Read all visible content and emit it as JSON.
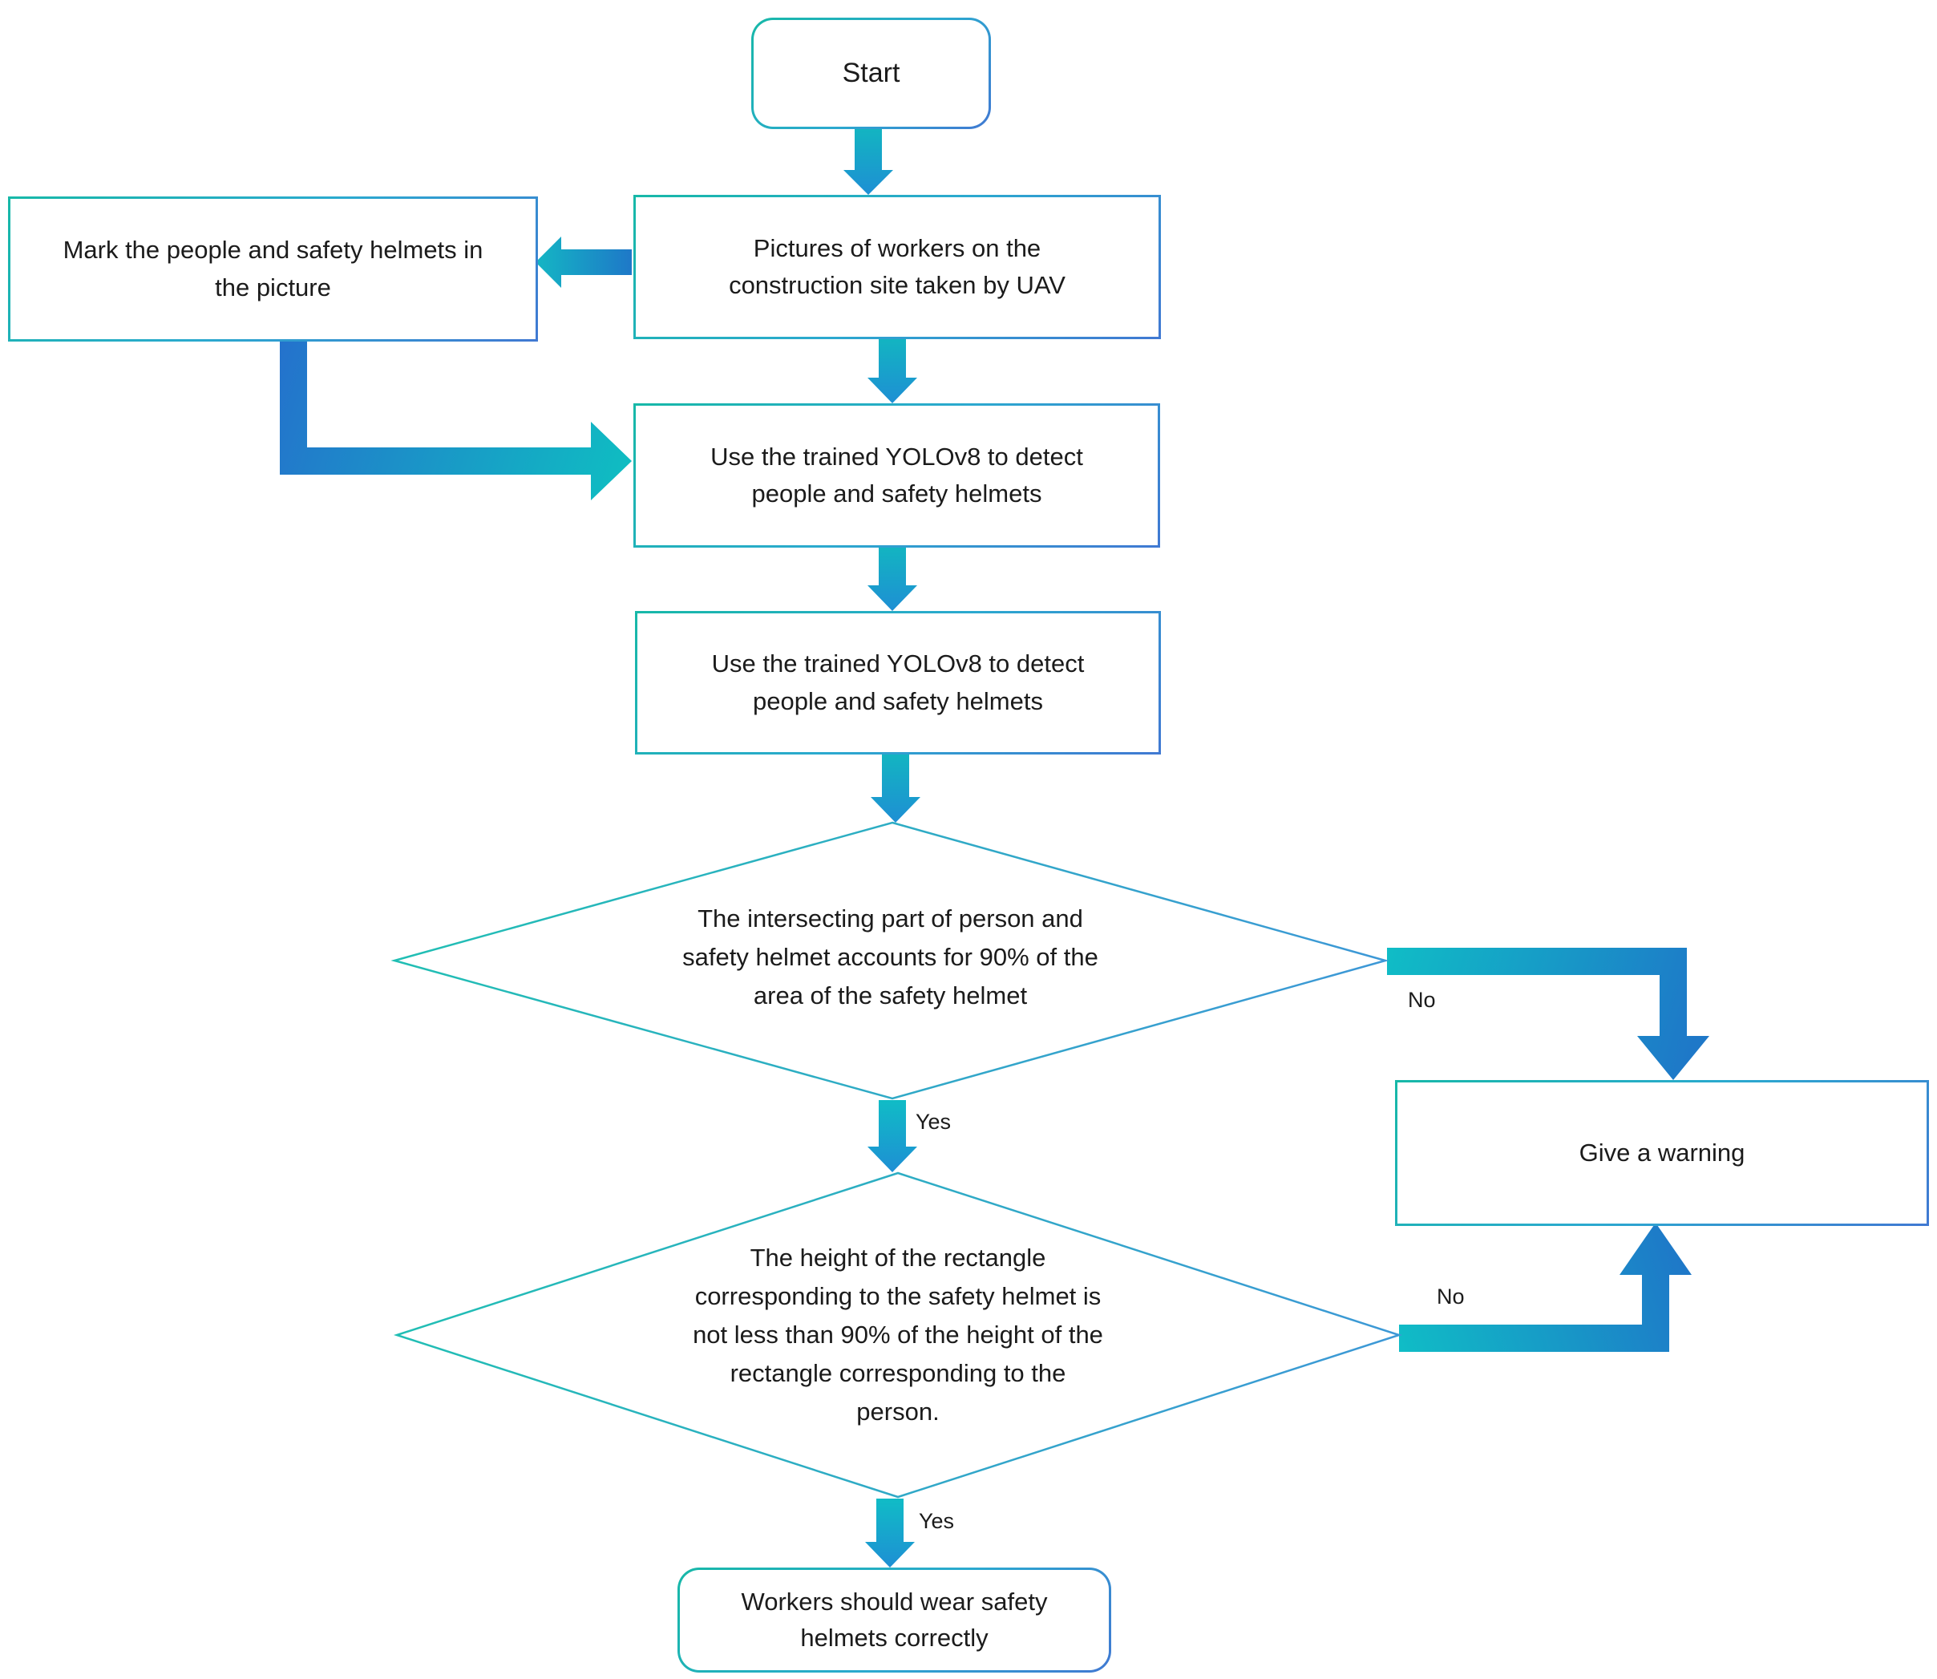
{
  "nodes": {
    "start": {
      "label": "Start"
    },
    "pictures": {
      "label": "Pictures of workers on the construction site taken by UAV"
    },
    "mark": {
      "label": "Mark the people and safety helmets in the picture"
    },
    "yolo1": {
      "label": "Use the trained YOLOv8 to detect people and safety helmets"
    },
    "yolo2": {
      "label": "Use the trained YOLOv8 to detect people and safety helmets"
    },
    "decision1": {
      "label": "The intersecting part of person and safety helmet accounts for 90% of the area of the safety helmet"
    },
    "decision2": {
      "label": "The height of the rectangle corresponding to the safety helmet is not less than 90% of the height of the rectangle corresponding to the person."
    },
    "warning": {
      "label": "Give a warning"
    },
    "final": {
      "label": "Workers should wear safety helmets correctly"
    }
  },
  "edge_labels": {
    "yes1": "Yes",
    "no1": "No",
    "yes2": "Yes",
    "no2": "No"
  },
  "colors": {
    "arrow_teal": "#10bcc6",
    "arrow_blue": "#1e78c8",
    "border_teal": "#17b8a8",
    "border_blue": "#4079d2",
    "diamond_teal": "#1fc0b2",
    "diamond_blue": "#3e96d8",
    "text": "#1b1b1b",
    "background": "#ffffff"
  }
}
